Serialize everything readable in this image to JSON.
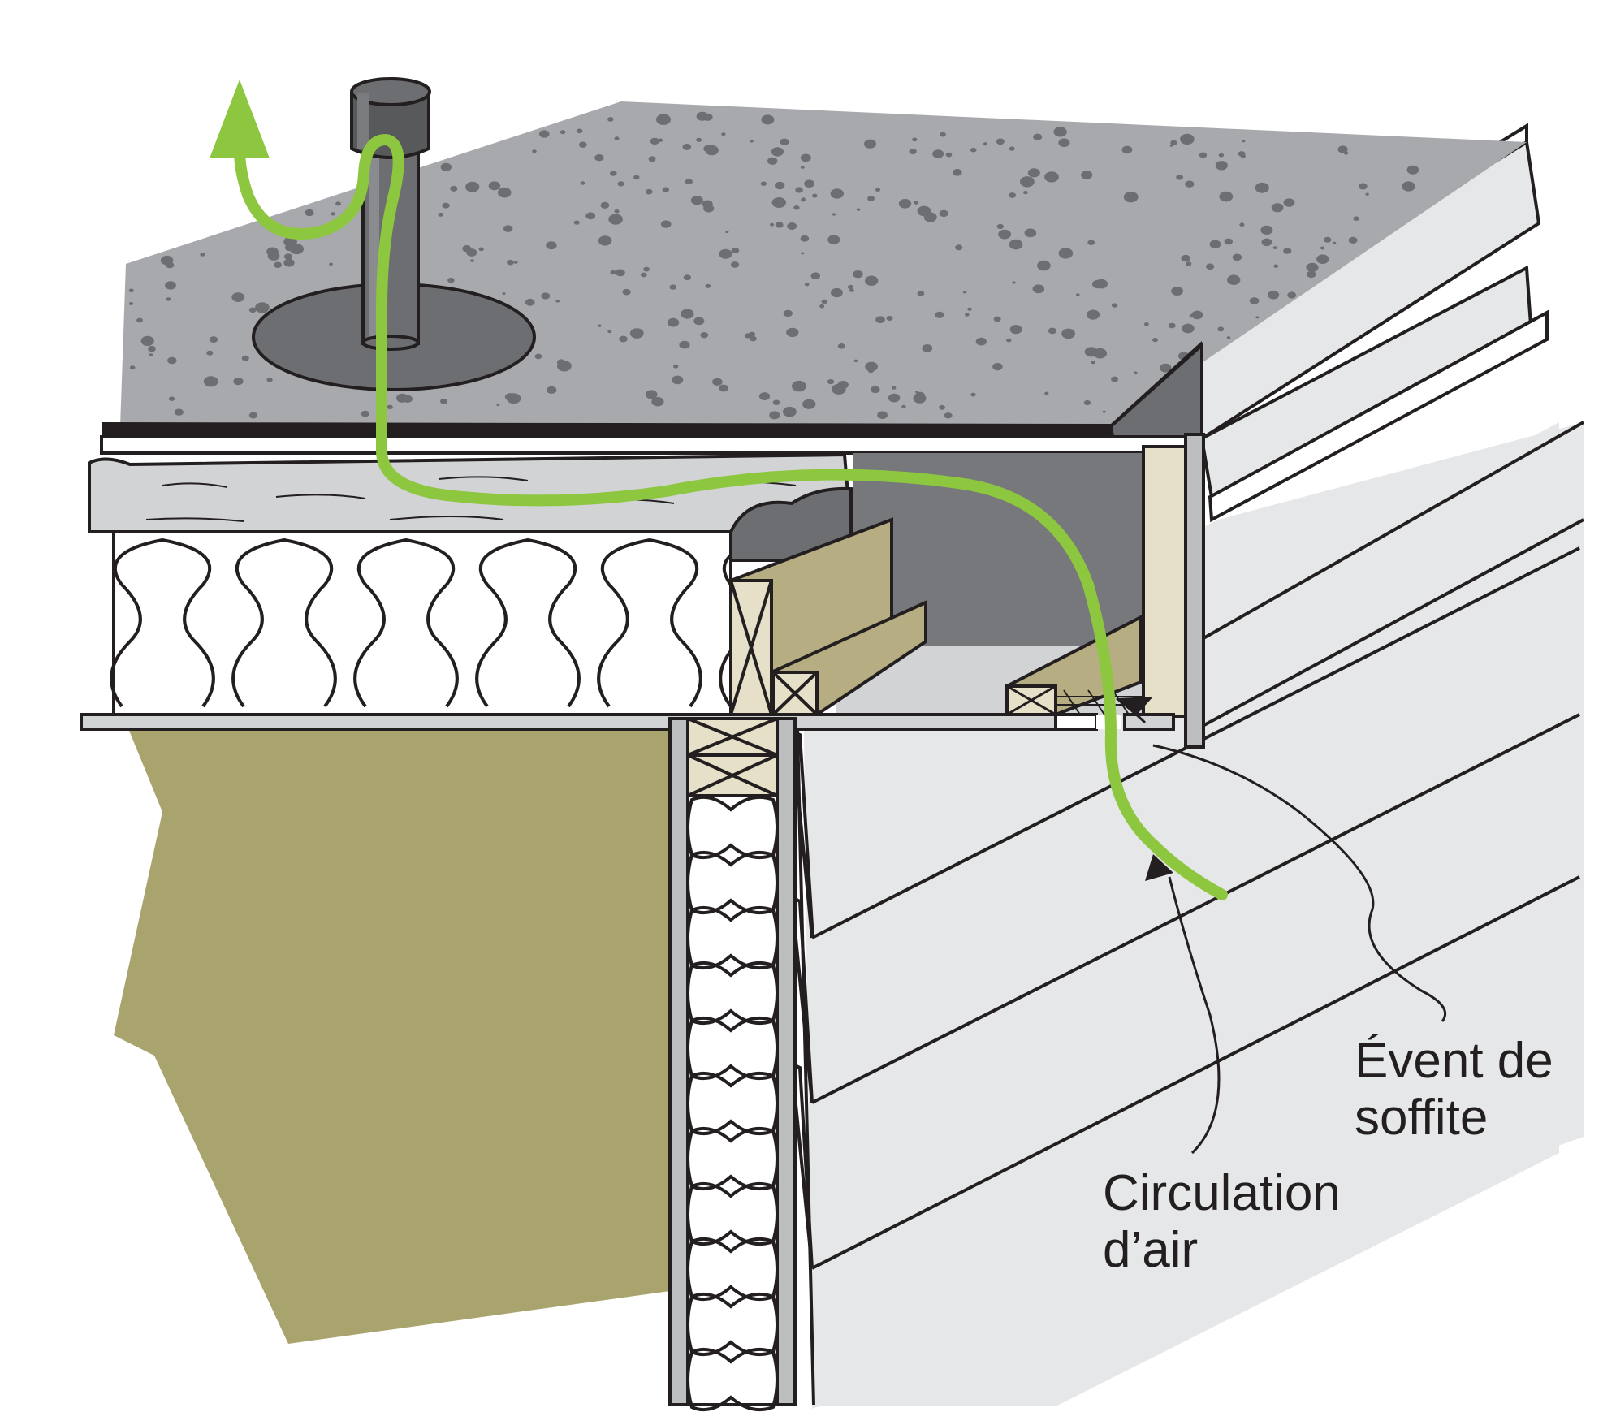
{
  "labels": {
    "soffit_vent": [
      "Évent de",
      "soffite"
    ],
    "air_circulation": [
      "Circulation",
      "d’air"
    ]
  },
  "colors": {
    "roof_gravel": "#a7a9ac",
    "gravel_dots": "#6d6e71",
    "vent_stack": "#58595b",
    "attic_space": "#77787b",
    "airflow": "#8dc63f",
    "lumber": "#b7ad82",
    "lumber_end": "#e5e0c7",
    "interior_wall": "#a9a46e",
    "siding": "#e6e7e8",
    "outline": "#231f20"
  },
  "icons": {
    "airflow_arrow": "green-curved-arrow-icon",
    "roof_vent": "roof-vent-icon"
  }
}
